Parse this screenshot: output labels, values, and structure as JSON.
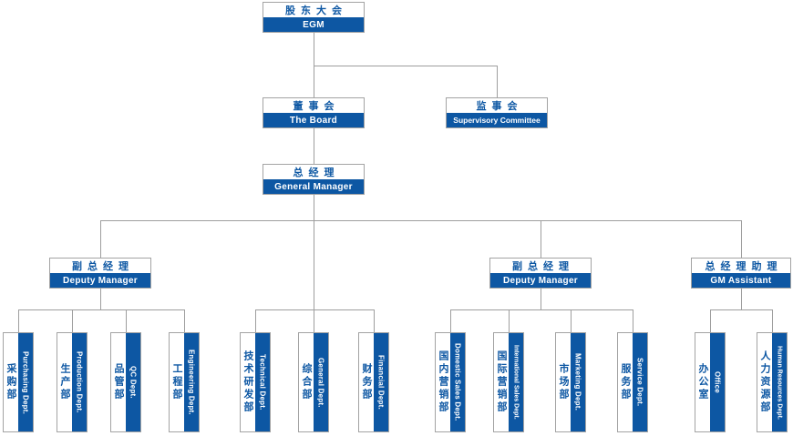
{
  "colors": {
    "primary_blue": "#0d57a3",
    "connector_gray": "#9e9e9e",
    "box_border_gray": "#a3a3a3",
    "text_on_blue": "#ffffff",
    "background": "#ffffff"
  },
  "org": {
    "egm": {
      "zh": "股东大会",
      "en": "EGM"
    },
    "board": {
      "zh": "董事会",
      "en": "The Board"
    },
    "supervisory": {
      "zh": "监事会",
      "en": "Supervisory Committee"
    },
    "general_manager": {
      "zh": "总经理",
      "en": "General Manager"
    },
    "deputy_left": {
      "zh": "副总经理",
      "en": "Deputy Manager"
    },
    "deputy_right": {
      "zh": "副总经理",
      "en": "Deputy Manager"
    },
    "gm_assistant": {
      "zh": "总经理助理",
      "en": "GM Assistant"
    },
    "groups": [
      {
        "parent": "deputy_left",
        "items": [
          {
            "zh": "采购部",
            "en": "Purchasing Dept."
          },
          {
            "zh": "生产部",
            "en": "Production Dept."
          },
          {
            "zh": "品管部",
            "en": "QC Dept."
          },
          {
            "zh": "工程部",
            "en": "Engineering Dept."
          }
        ]
      },
      {
        "parent": "general_manager",
        "items": [
          {
            "zh": "技术研发部",
            "en": "Technical Dept."
          },
          {
            "zh": "综合部",
            "en": "General Dept."
          },
          {
            "zh": "财务部",
            "en": "Financial Dept."
          }
        ]
      },
      {
        "parent": "deputy_right",
        "items": [
          {
            "zh": "国内营销部",
            "en": "Domestic Sales Dept."
          },
          {
            "zh": "国际营销部",
            "en": "International Sales Dept."
          },
          {
            "zh": "市场部",
            "en": "Marketing Dept."
          },
          {
            "zh": "服务部",
            "en": "Service Dept."
          }
        ]
      },
      {
        "parent": "gm_assistant",
        "items": [
          {
            "zh": "办公室",
            "en": "Office"
          },
          {
            "zh": "人力资源部",
            "en": "Human Resources Dept."
          }
        ]
      }
    ]
  }
}
